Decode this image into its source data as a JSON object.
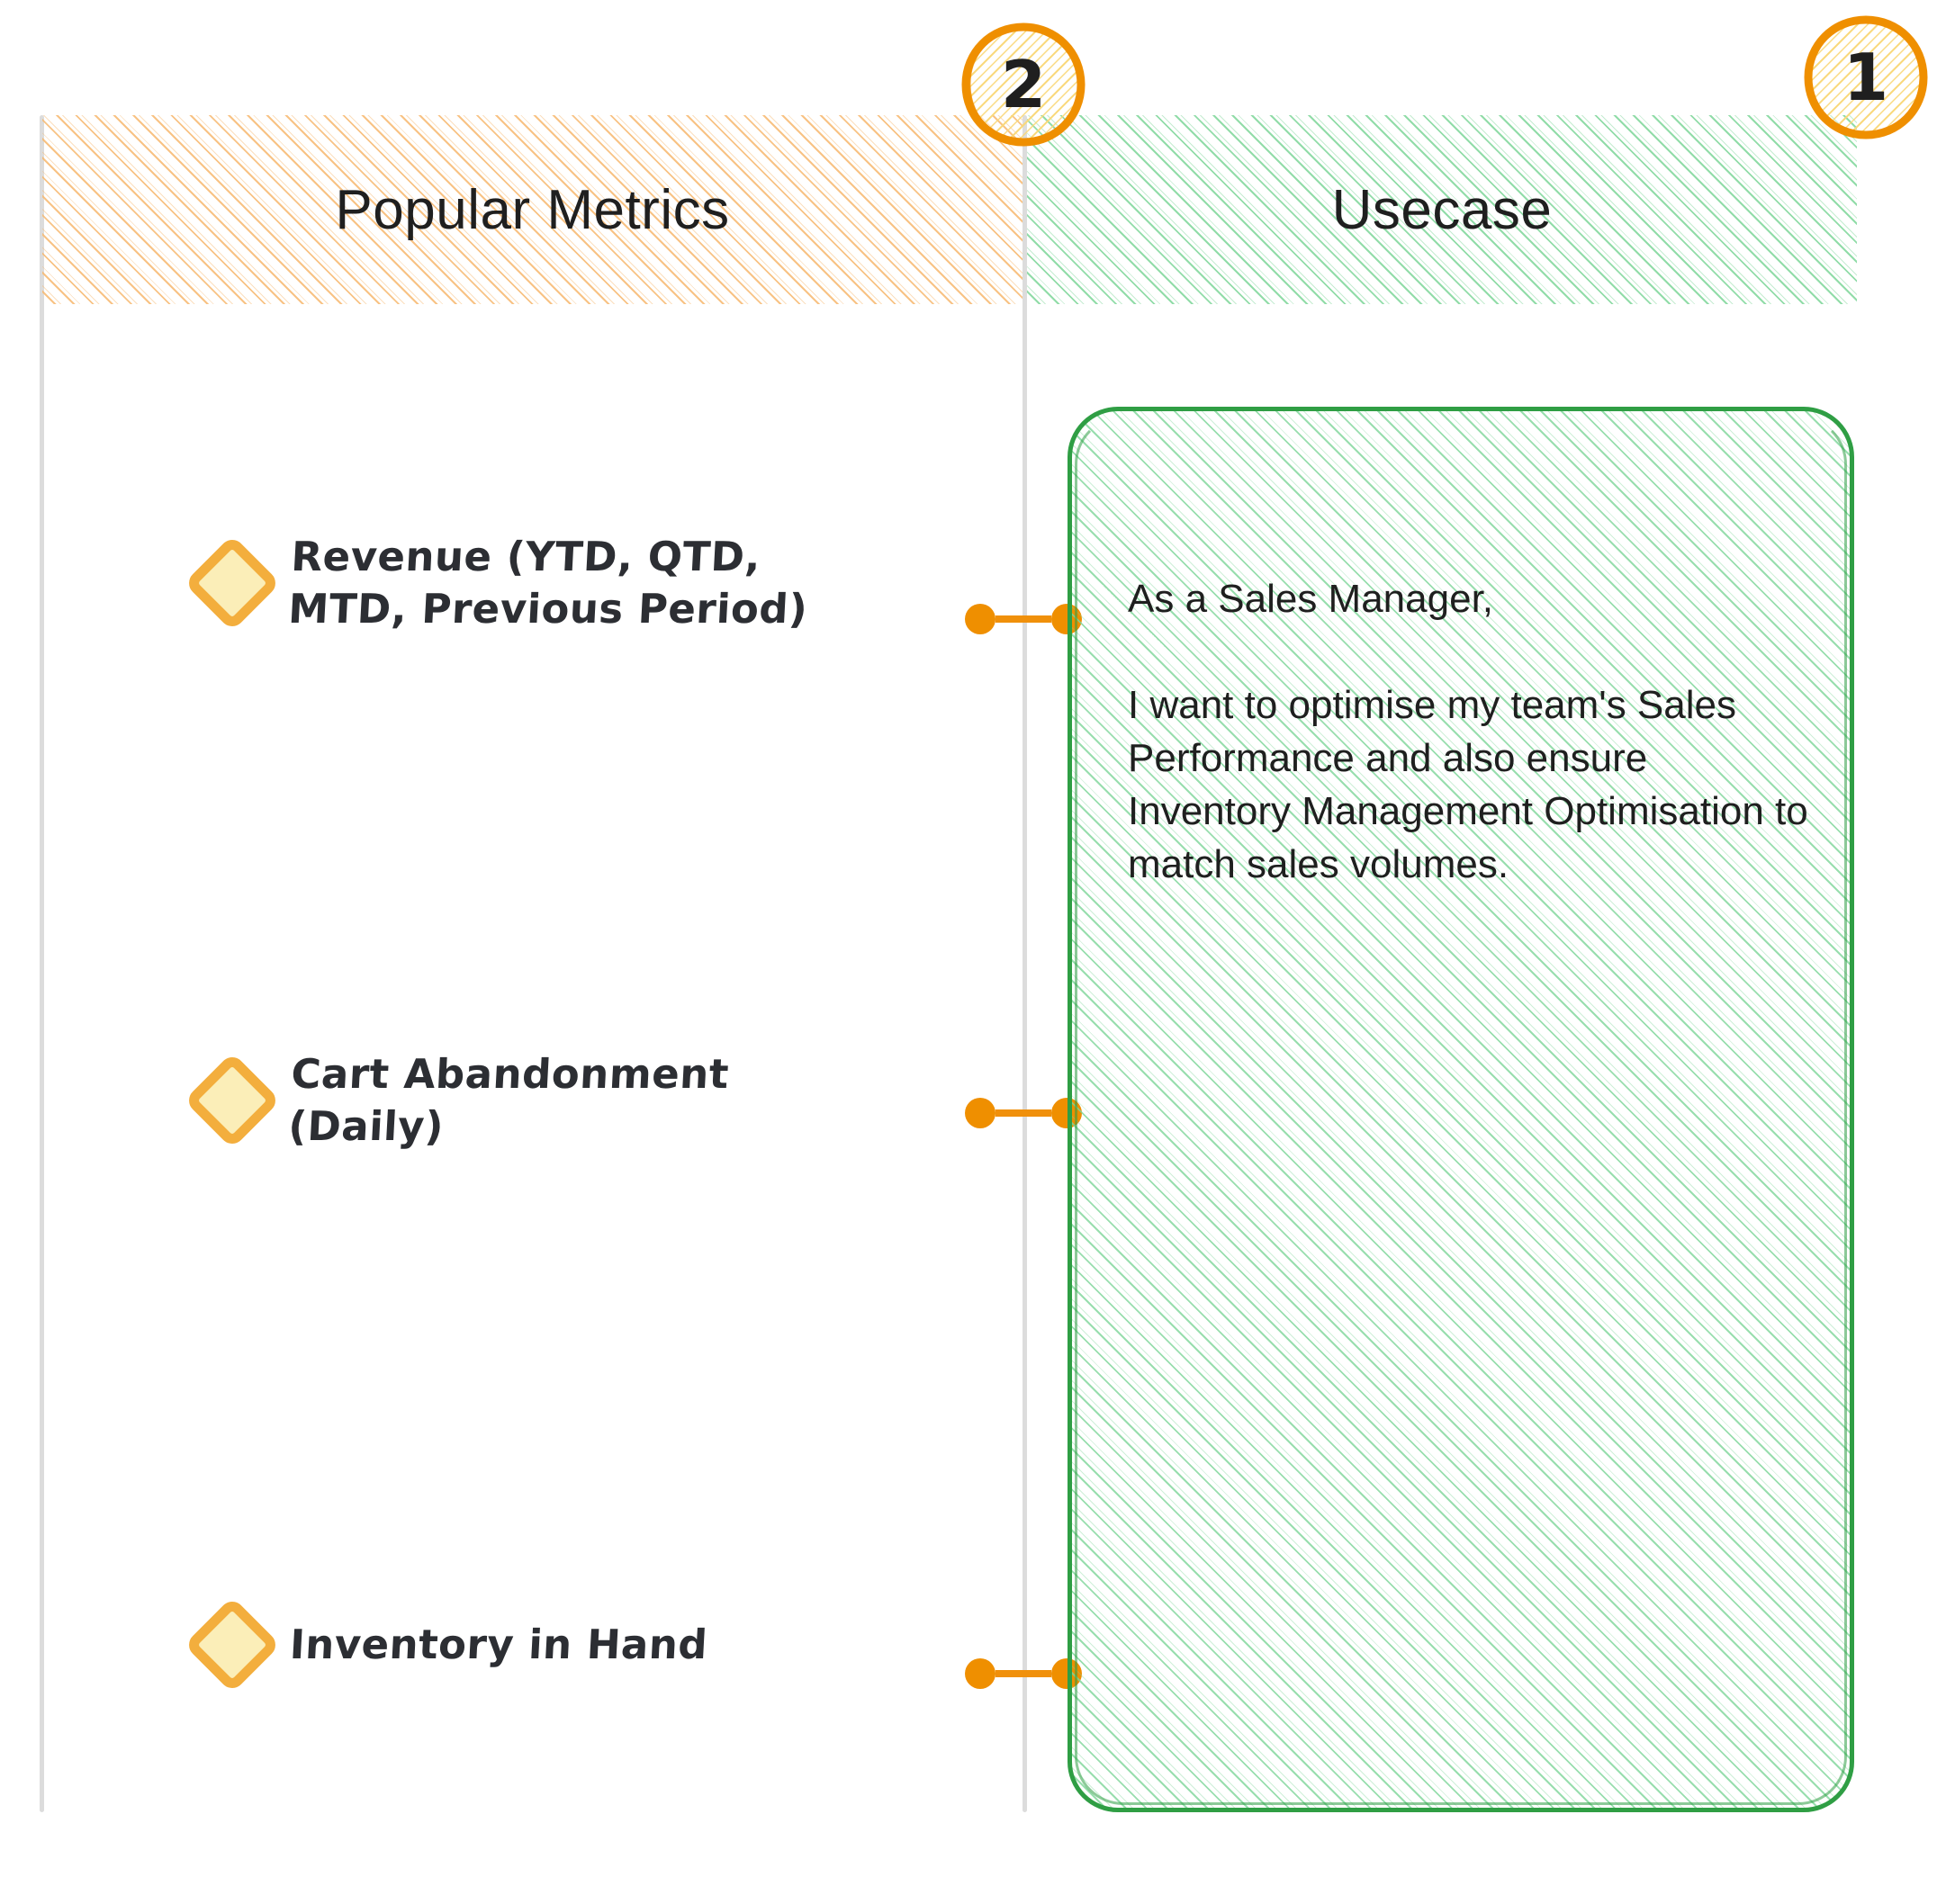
{
  "lanes": [
    {
      "id": "popular-metrics",
      "title": "Popular Metrics",
      "badge": "2",
      "accent": "#f7b86f"
    },
    {
      "id": "usecase",
      "title": "Usecase",
      "badge": "1",
      "accent": "#7ed699"
    }
  ],
  "header": {
    "metrics_title": "Popular Metrics",
    "usecase_title": "Usecase"
  },
  "badges": {
    "metrics": "2",
    "usecase": "1"
  },
  "metrics": [
    {
      "label": "Revenue (YTD, QTD,\nMTD, Previous Period)",
      "marker": "diamond"
    },
    {
      "label": "Cart Abandonment\n(Daily)",
      "marker": "diamond"
    },
    {
      "label": "Inventory in Hand",
      "marker": "diamond"
    }
  ],
  "usecase": {
    "body": "As a Sales Manager,\n\nI want to optimise my team's Sales Performance and also ensure Inventory Management Optimisation to match sales volumes."
  },
  "colors": {
    "orange_accent": "#ef8f00",
    "orange_hatch": "#f7b86f",
    "green_accent": "#2f9e44",
    "green_hatch": "#7ed699",
    "diamond_fill": "#fbeeb8",
    "diamond_stroke": "#f3ae3d",
    "divider": "#dcdcdc",
    "text": "#1f1f1f"
  }
}
